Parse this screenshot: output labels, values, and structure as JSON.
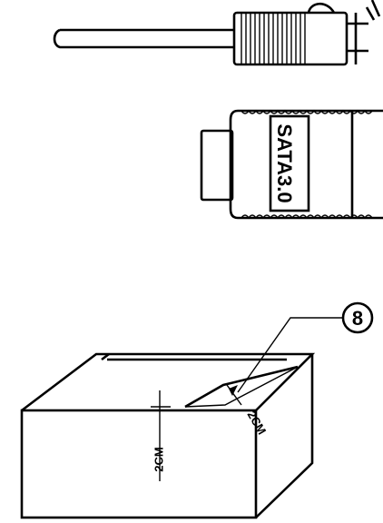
{
  "connector": {
    "label": "SATA3.0"
  },
  "callout": {
    "number": "8"
  },
  "box": {
    "dim_vertical": "2CM",
    "dim_diagonal": "2CM"
  }
}
